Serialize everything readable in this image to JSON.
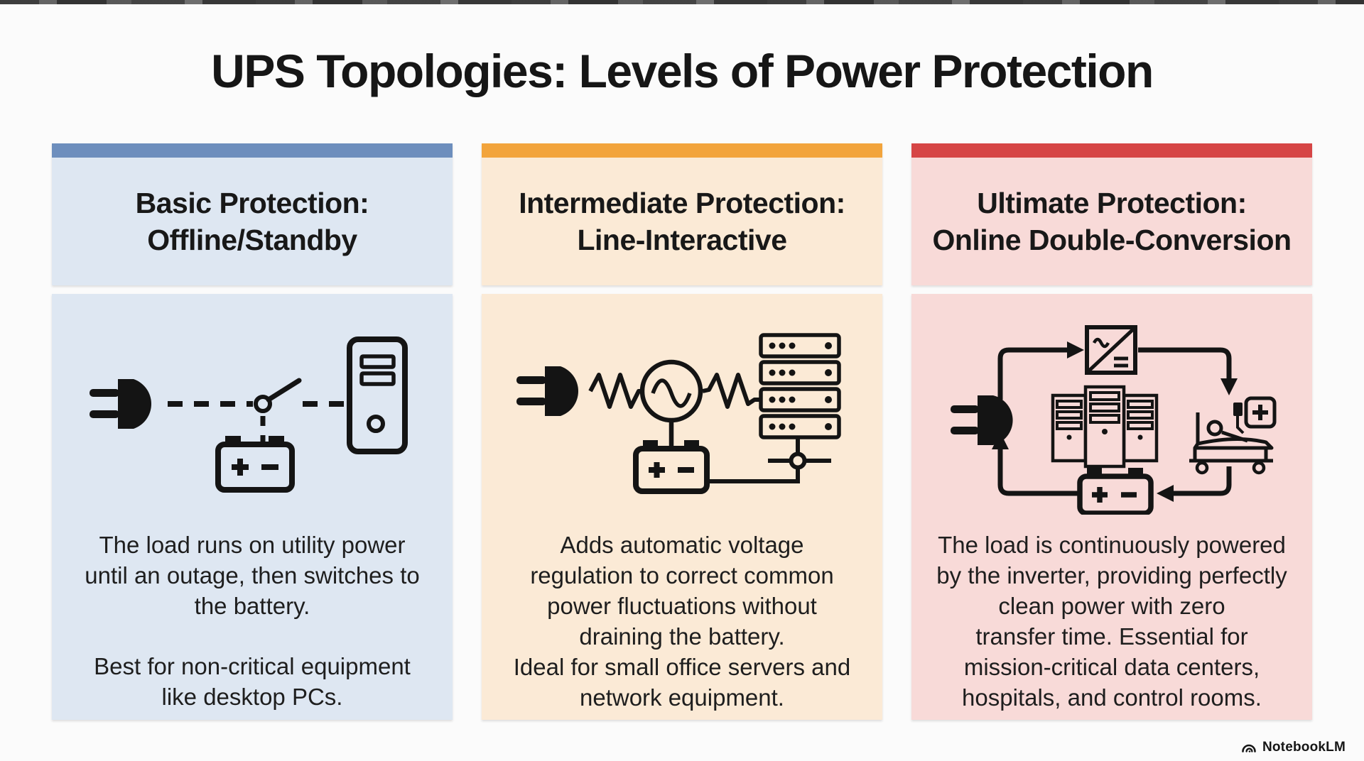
{
  "page": {
    "title": "UPS Topologies: Levels of Power Protection",
    "watermark": "NotebookLM"
  },
  "columns": [
    {
      "title": "Basic Protection:\nOffline/Standby",
      "description_1": "The load runs on utility power\nuntil an outage, then switches to\nthe battery.",
      "description_2": "Best for non-critical equipment\nlike desktop PCs.",
      "colors": {
        "accent": "#6d8ebd",
        "bg": "#dee7f2"
      },
      "icons": [
        "power-plug",
        "transfer-switch",
        "battery",
        "desktop-pc-tower"
      ]
    },
    {
      "title": "Intermediate Protection:\nLine-Interactive",
      "description_1": "Adds automatic voltage\nregulation to correct common\npower fluctuations without\ndraining the battery.\nIdeal for small office servers and\nnetwork equipment.",
      "colors": {
        "accent": "#f2a43c",
        "bg": "#fbead6"
      },
      "icons": [
        "power-plug",
        "voltage-regulator",
        "battery",
        "server-stack"
      ]
    },
    {
      "title": "Ultimate Protection:\nOnline Double-Conversion",
      "description_1": "The load is continuously powered\nby the inverter, providing perfectly\nclean power with zero\ntransfer time. Essential for\nmission-critical data centers,\nhospitals, and control rooms.",
      "colors": {
        "accent": "#d64545",
        "bg": "#f8dad8"
      },
      "icons": [
        "power-plug",
        "inverter",
        "data-center-racks",
        "hospital-bed",
        "battery",
        "loop-arrows"
      ]
    }
  ]
}
